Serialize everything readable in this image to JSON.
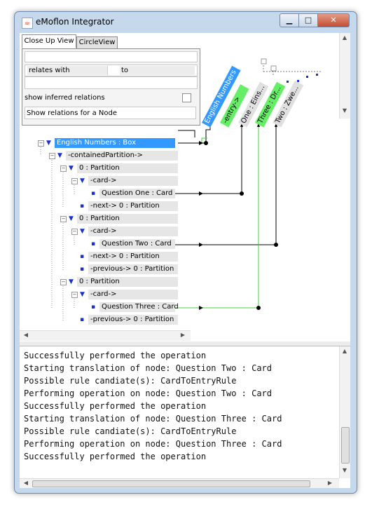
{
  "window": {
    "title": "eMoflon Integrator",
    "min": "▁",
    "max": "□",
    "close": "✕"
  },
  "tabs": [
    {
      "label": "Close Up View"
    },
    {
      "label": "CircleView"
    }
  ],
  "panel": {
    "search_value": "",
    "col_relates": "relates with",
    "col_to": "to",
    "show_inferred": "show inferred relations",
    "show_inferred_checked": false,
    "show_node_label": "Show relations for a Node"
  },
  "tree": [
    {
      "label": "English Numbers : Box",
      "selected": true
    },
    {
      "label": "-containedPartition->"
    },
    {
      "label": "0 : Partition"
    },
    {
      "label": "-card->"
    },
    {
      "label": "Question One  : Card"
    },
    {
      "label": "-next-> 0 : Partition"
    },
    {
      "label": "0 : Partition"
    },
    {
      "label": "-card->"
    },
    {
      "label": "Question Two  : Card"
    },
    {
      "label": "-next-> 0 : Partition"
    },
    {
      "label": "-previous-> 0 : Partition"
    },
    {
      "label": "0 : Partition"
    },
    {
      "label": "-card->"
    },
    {
      "label": "Question Three  : Card"
    },
    {
      "label": "-previous-> 0 : Partition"
    }
  ],
  "right_nodes": [
    {
      "label": "English Numbers ...",
      "color": "#3399ff"
    },
    {
      "label": "-entry->",
      "color": "#66ee66"
    },
    {
      "label": "One : Eins...",
      "color": "#e0e0e0"
    },
    {
      "label": "Three : Dr...",
      "color": "#66ee66"
    },
    {
      "label": "Two : Zwe...",
      "color": "#e0e0e0"
    }
  ],
  "log_lines": [
    "Successfully performed the operation",
    "Starting translation of node: Question Two  : Card",
    "Possible rule candiate(s): CardToEntryRule",
    "Performing operation on node: Question Two  : Card",
    "Successfully performed the operation",
    "Starting translation of node: Question Three  : Card",
    "Possible rule candiate(s): CardToEntryRule",
    "Performing operation on node: Question Three  : Card",
    "Successfully performed the operation"
  ],
  "colors": {
    "selection": "#3399ff",
    "green": "#66ee66",
    "connector_green": "#44cc44",
    "tree_icon": "#1a2fd2"
  }
}
